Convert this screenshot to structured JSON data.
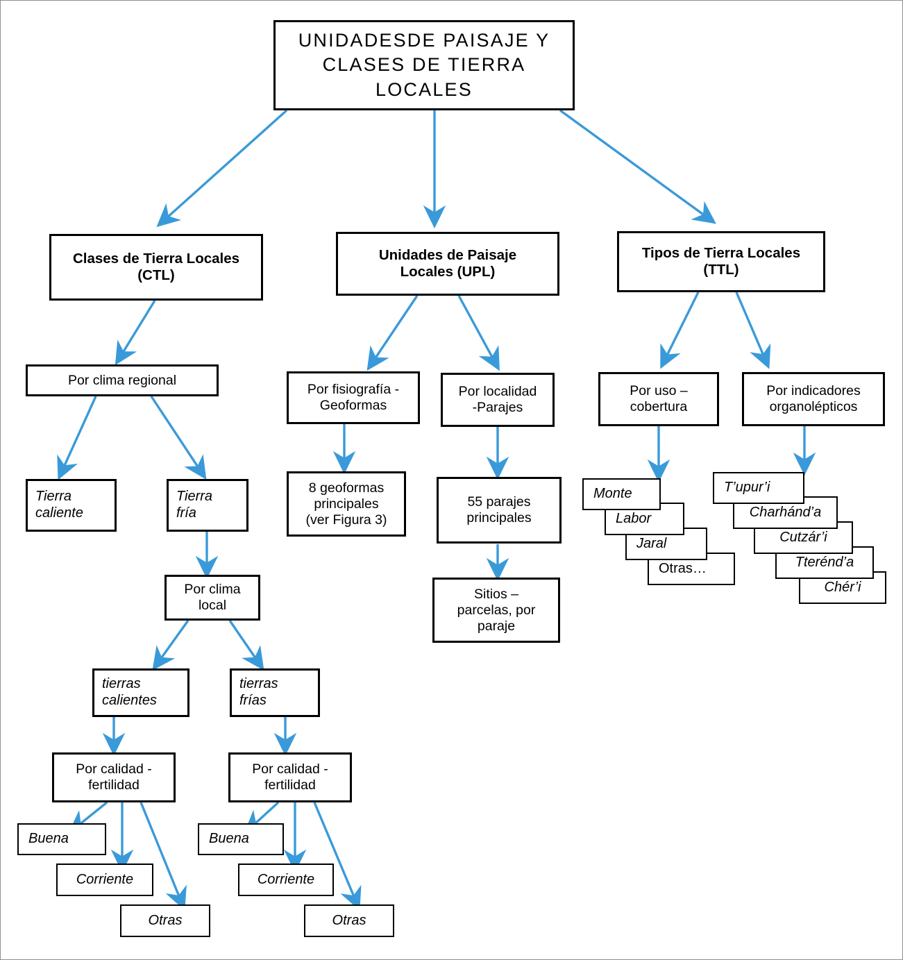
{
  "diagram": {
    "title": "UNIDADESDE PAISAJE Y CLASES DE TIERRA LOCALES",
    "accent_color": "#3a9ad9",
    "box_border_color": "#000000",
    "background": "#ffffff"
  },
  "root": {
    "label": "UNIDADESDE PAISAJE Y\nCLASES DE TIERRA\nLOCALES"
  },
  "branches": {
    "ctl": {
      "header": "Clases de Tierra  Locales\n(CTL)",
      "criterion_1": "Por clima regional",
      "tierra_caliente": "Tierra\ncaliente",
      "tierra_fria": "Tierra\nfría",
      "criterion_2": "Por clima\nlocal",
      "tierras_calientes": "tierras\ncalientes",
      "tierras_frias": "tierras\nfrías",
      "criterion_3a": "Por calidad -\nfertilidad",
      "criterion_3b": "Por calidad -\nfertilidad",
      "quality_left": [
        "Buena",
        "Corriente",
        "Otras"
      ],
      "quality_right": [
        "Buena",
        "Corriente",
        "Otras"
      ]
    },
    "upl": {
      "header": "Unidades de Paisaje\nLocales (UPL)",
      "criterion_fisiografia": "Por fisiografía -\nGeoformas",
      "criterion_localidad": "Por localidad\n-Parajes",
      "geoformas": "8 geoformas\nprincipales\n(ver Figura 3)",
      "parajes": "55 parajes\nprincipales",
      "sitios": "Sitios –\nparcelas, por\nparaje"
    },
    "ttl": {
      "header": "Tipos de Tierra Locales\n(TTL)",
      "criterion_uso": "Por uso –\ncobertura",
      "criterion_indicadores": "Por indicadores\norganolépticos",
      "uso_items": [
        "Monte",
        "Labor",
        "Jaral",
        "Otras…"
      ],
      "indicador_items": [
        "T’upur’i",
        "Charhánd’a",
        "Cutzár’i",
        "Tterénd’a",
        "Chér’i"
      ]
    }
  }
}
